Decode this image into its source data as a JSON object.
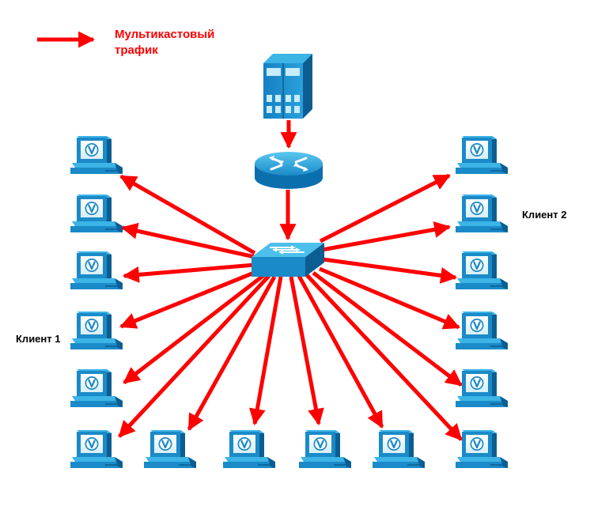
{
  "legend": {
    "label_line1": "Мультикастовый",
    "label_line2": "трафик",
    "color": "#ff0000"
  },
  "labels": {
    "client_1": "Клиент 1",
    "client_2": "Клиент 2"
  },
  "devices": {
    "server": "server-icon",
    "router": "router-icon",
    "switch": "switch-icon",
    "client": "workstation-icon"
  },
  "colors": {
    "arrow": "#ff0000",
    "device_blue": "#1a8ac8",
    "device_light": "#3cb4e6",
    "device_dark": "#0b5d92"
  }
}
